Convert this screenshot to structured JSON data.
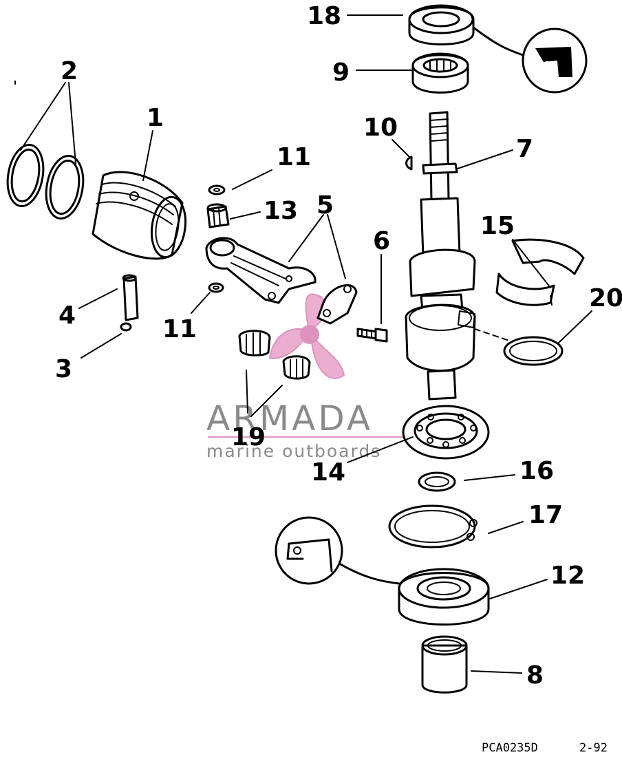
{
  "diagram": {
    "callouts": [
      "1",
      "2",
      "3",
      "4",
      "5",
      "6",
      "7",
      "8",
      "9",
      "10",
      "11",
      "11",
      "12",
      "13",
      "14",
      "15",
      "16",
      "17",
      "18",
      "19",
      "20"
    ],
    "drawing_code": "PCA0235D",
    "drawing_date": "2-92"
  },
  "watermark": {
    "brand": "ARMADA",
    "tagline": "marine outboards",
    "accent_color": "#e8a1c8",
    "icon": "propeller-logo-icon"
  }
}
